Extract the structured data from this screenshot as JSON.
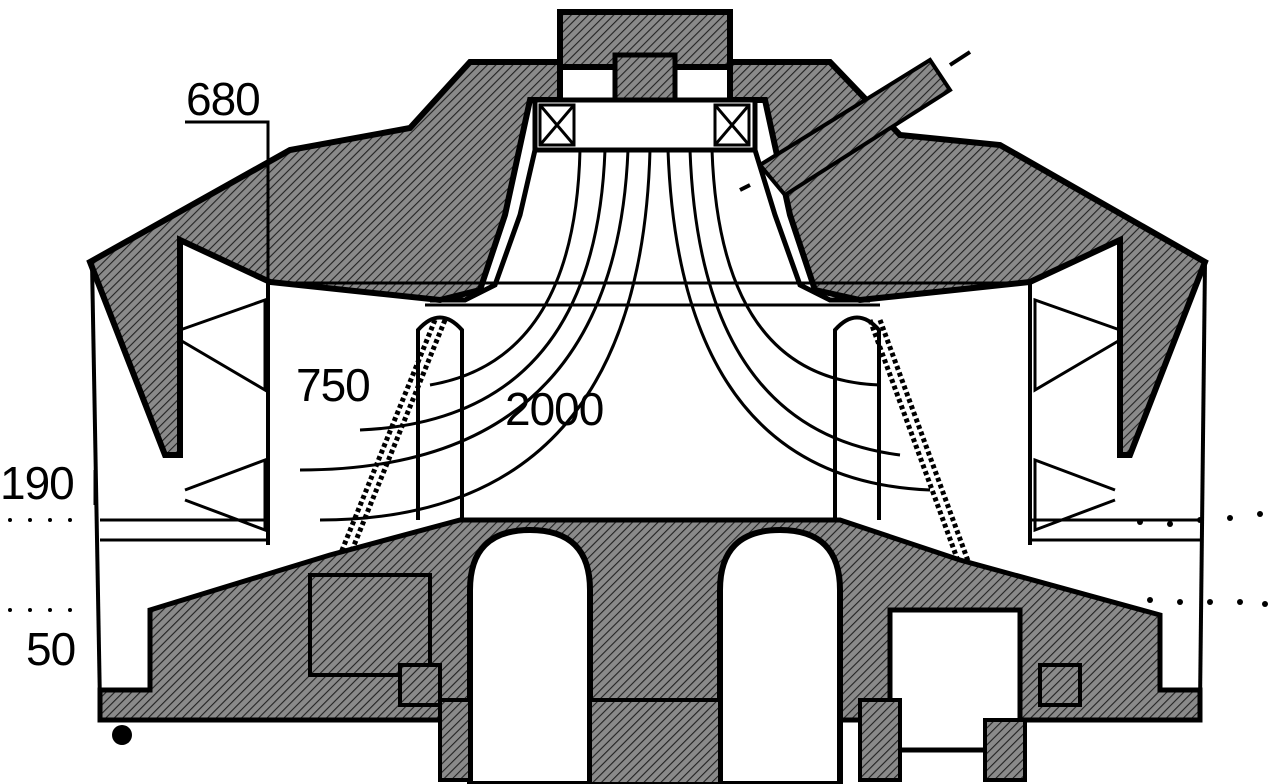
{
  "diagram": {
    "type": "cross-section",
    "labels": {
      "label_680": "680",
      "label_750": "750",
      "label_2000": "2000",
      "label_190": "190",
      "label_50": "50"
    }
  },
  "colors": {
    "ink": "#000000",
    "hatch": "#000000",
    "background": "#ffffff"
  }
}
